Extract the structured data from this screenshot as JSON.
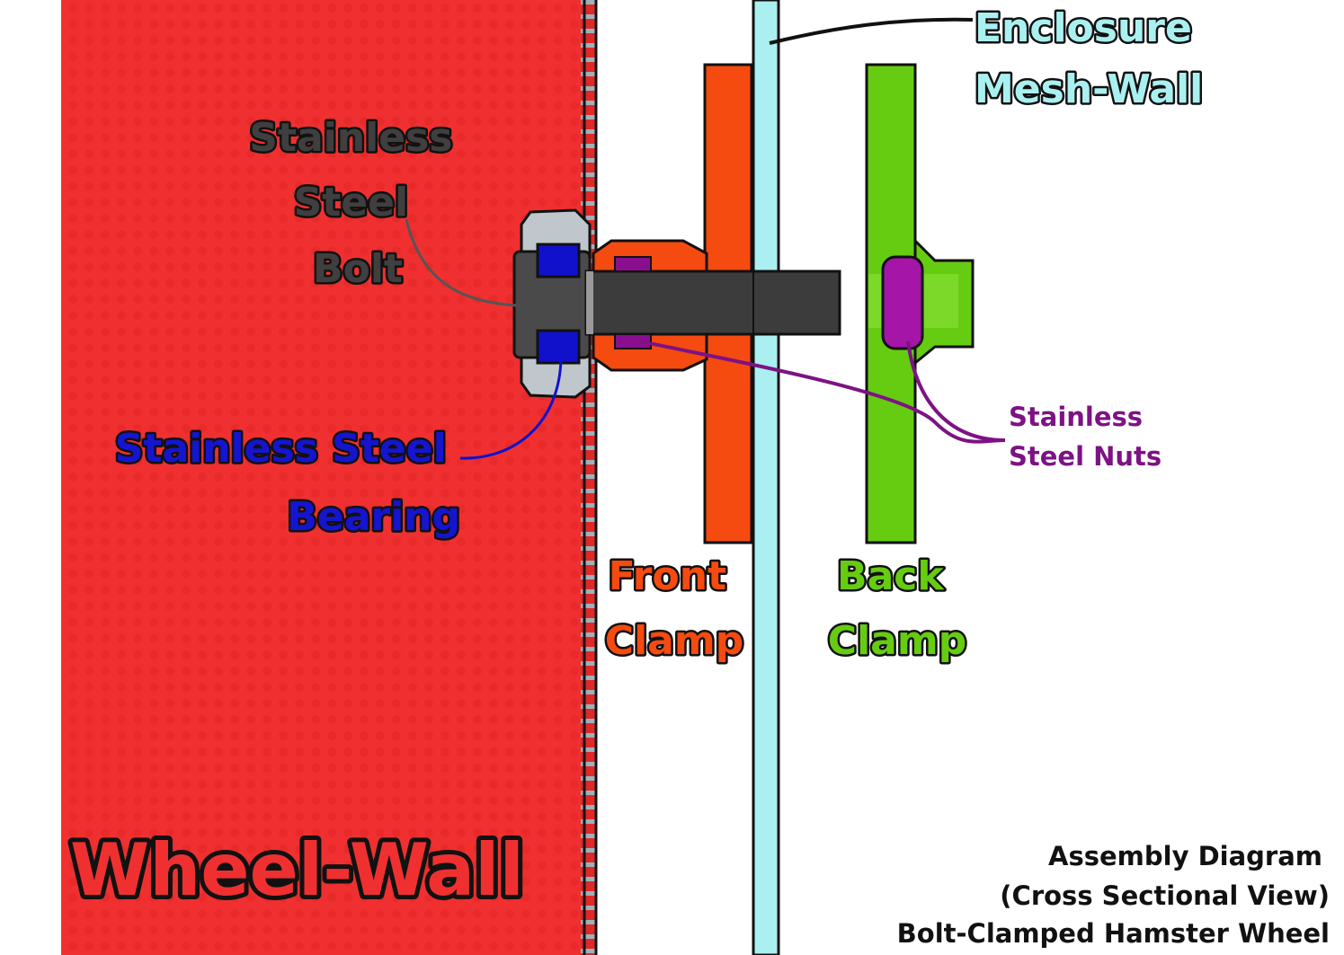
{
  "labels": {
    "bolt": [
      "Stainless",
      "Steel",
      "Bolt"
    ],
    "bearing": [
      "Stainless Steel",
      "Bearing"
    ],
    "nuts": [
      "Stainless",
      "Steel Nuts"
    ],
    "enclosure": [
      "Enclosure",
      "Mesh-Wall"
    ],
    "front_clamp": [
      "Front",
      "Clamp"
    ],
    "back_clamp": [
      "Back",
      "Clamp"
    ],
    "wheel_wall": "Wheel-Wall"
  },
  "caption": {
    "line1": "Assembly Diagram",
    "line2": "(Cross Sectional View)",
    "line3": "Bolt-Clamped Hamster Wheel"
  },
  "colors": {
    "wheel_wall": "#f03030",
    "front_clamp": "#f54a10",
    "back_clamp": "#66cc11",
    "mesh_wall": "#aaf0f0",
    "bolt": "#333333",
    "bearing": "#1111cc",
    "nuts": "#8a0f8f",
    "bolt_text": "#3f3f3f",
    "bearing_text": "#1515d0",
    "nuts_text": "#7d1285"
  }
}
